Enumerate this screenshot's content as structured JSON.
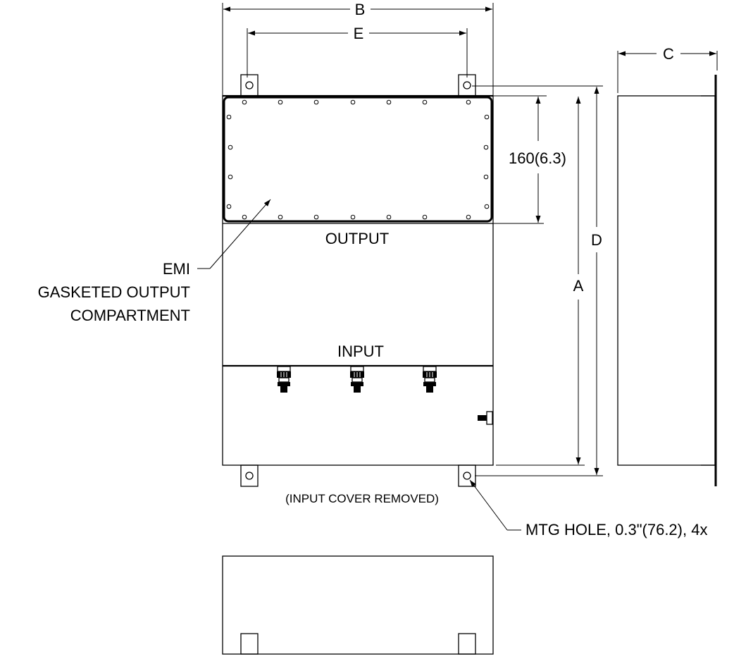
{
  "labels": {
    "dim_b": "B",
    "dim_e": "E",
    "dim_c": "C",
    "dim_d": "D",
    "dim_a": "A",
    "dim_160": "160(6.3)",
    "output": "OUTPUT",
    "input": "INPUT",
    "emi_line1": "EMI",
    "emi_line2": "GASKETED OUTPUT",
    "emi_line3": "COMPARTMENT",
    "input_cover": "(INPUT COVER REMOVED)",
    "mtg_hole": "MTG HOLE, 0.3\"(76.2), 4x"
  }
}
